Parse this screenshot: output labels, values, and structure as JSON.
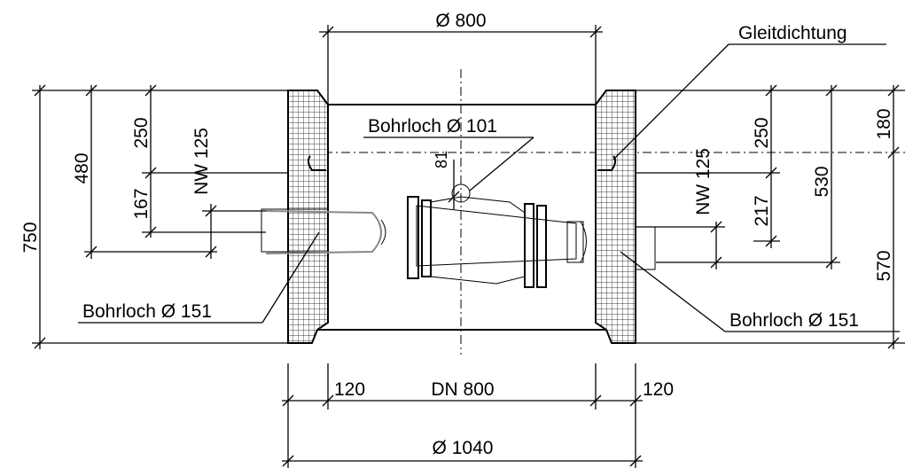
{
  "labels": {
    "top_diameter": "Ø 800",
    "seal": "Gleitdichtung",
    "drill_top": "Bohrloch Ø 101",
    "drill_left": "Bohrloch Ø 151",
    "drill_right": "Bohrloch Ø 151",
    "dn": "DN 800",
    "outer_diameter": "Ø 1040",
    "wall_left": "120",
    "wall_right": "120",
    "left_750": "750",
    "left_480": "480",
    "left_250": "250",
    "left_167": "167",
    "left_nw": "NW 125",
    "center_81": "81",
    "right_nw": "NW 125",
    "right_250": "250",
    "right_217": "217",
    "right_530": "530",
    "right_180": "180",
    "right_570": "570"
  }
}
